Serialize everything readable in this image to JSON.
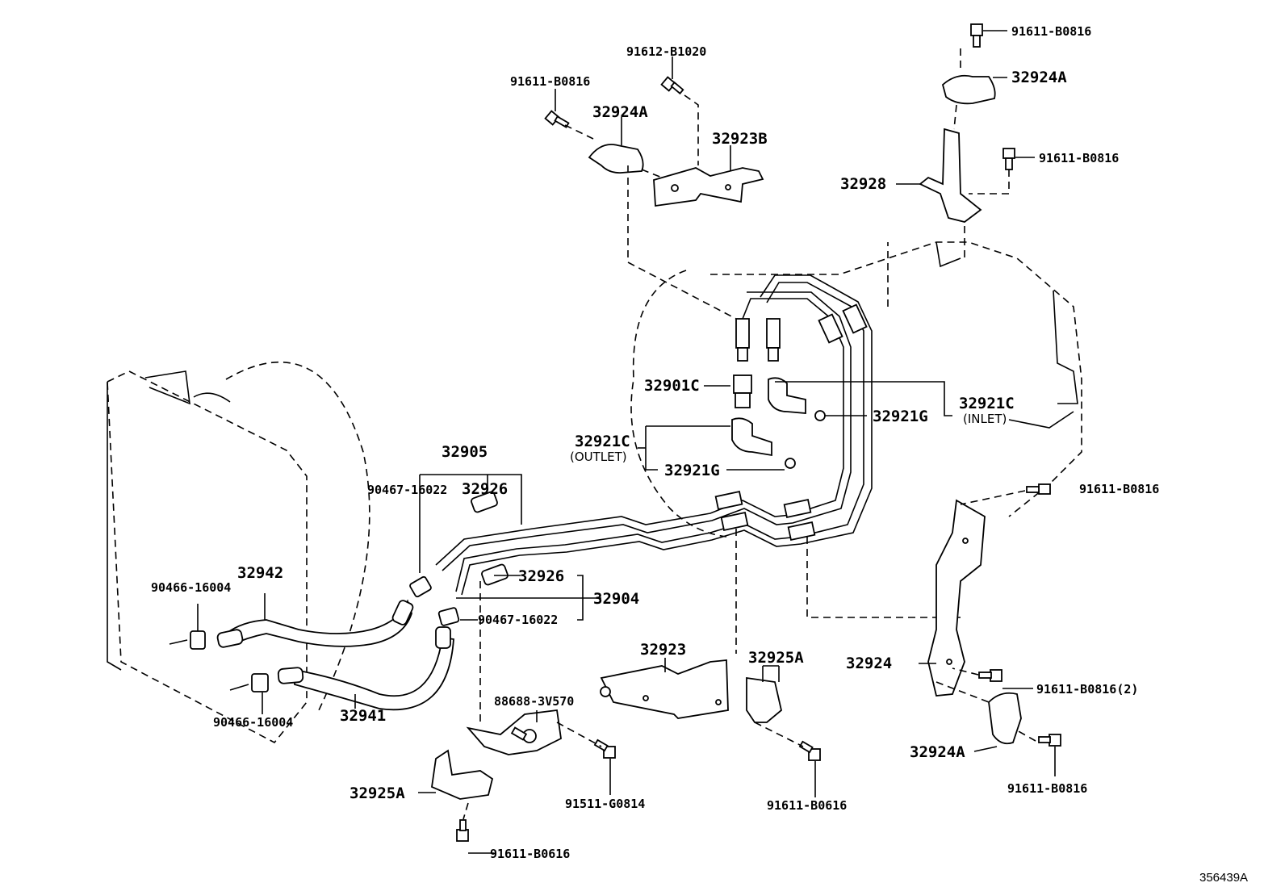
{
  "labels": {
    "p91611_b0816_tr": "91611-B0816",
    "p32924a_tr": "32924A",
    "p91612_b1020": "91612-B1020",
    "p91611_b0816_tl": "91611-B0816",
    "p32924a_tl": "32924A",
    "p32923b": "32923B",
    "p91611_b0816_r1": "91611-B0816",
    "p32928": "32928",
    "p32901c": "32901C",
    "p32921c_in": "32921C",
    "inlet": "(INLET)",
    "p32921g_in": "32921G",
    "p32921c_out": "32921C",
    "outlet": "(OUTLET)",
    "p32921g_out": "32921G",
    "p32905": "32905",
    "p90467_16022_a": "90467-16022",
    "p32926_a": "32926",
    "p91611_b0816_r2": "91611-B0816",
    "p32942": "32942",
    "p90466_16004_a": "90466-16004",
    "p32926_b": "32926",
    "p32904": "32904",
    "p90467_16022_b": "90467-16022",
    "p32923": "32923",
    "p32925a_mid": "32925A",
    "p32924": "32924",
    "p91611_b0816_2": "91611-B0816(2)",
    "p88688_3v570": "88688-3V570",
    "p32941": "32941",
    "p90466_16004_b": "90466-16004",
    "p32924a_br": "32924A",
    "p91611_b0816_br": "91611-B0816",
    "p32925a_bl": "32925A",
    "p91511_g0814": "91511-G0814",
    "p91611_b0616_mid": "91611-B0616",
    "p91611_b0616_bl": "91611-B0616",
    "figure_ref": "356439A"
  }
}
